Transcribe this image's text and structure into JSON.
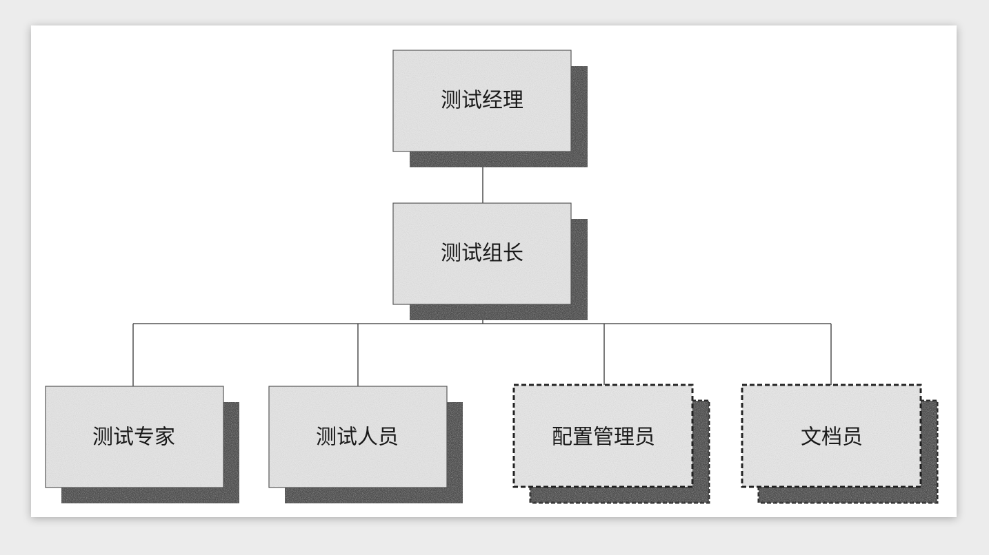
{
  "nodes": [
    {
      "id": "manager",
      "label": "测试经理",
      "dashed": false
    },
    {
      "id": "lead",
      "label": "测试组长",
      "dashed": false
    },
    {
      "id": "expert",
      "label": "测试专家",
      "dashed": false
    },
    {
      "id": "tester",
      "label": "测试人员",
      "dashed": false
    },
    {
      "id": "config",
      "label": "配置管理员",
      "dashed": true
    },
    {
      "id": "doc",
      "label": "文档员",
      "dashed": true
    }
  ],
  "edges": [
    {
      "from": "manager",
      "to": "lead"
    },
    {
      "from": "lead",
      "to": "expert"
    },
    {
      "from": "lead",
      "to": "tester"
    },
    {
      "from": "lead",
      "to": "config"
    },
    {
      "from": "lead",
      "to": "doc"
    }
  ],
  "colors": {
    "box_fill": "#e4e4e4",
    "shadow": "#4a4a4a",
    "line": "#333333",
    "text": "#1a1a1a"
  }
}
